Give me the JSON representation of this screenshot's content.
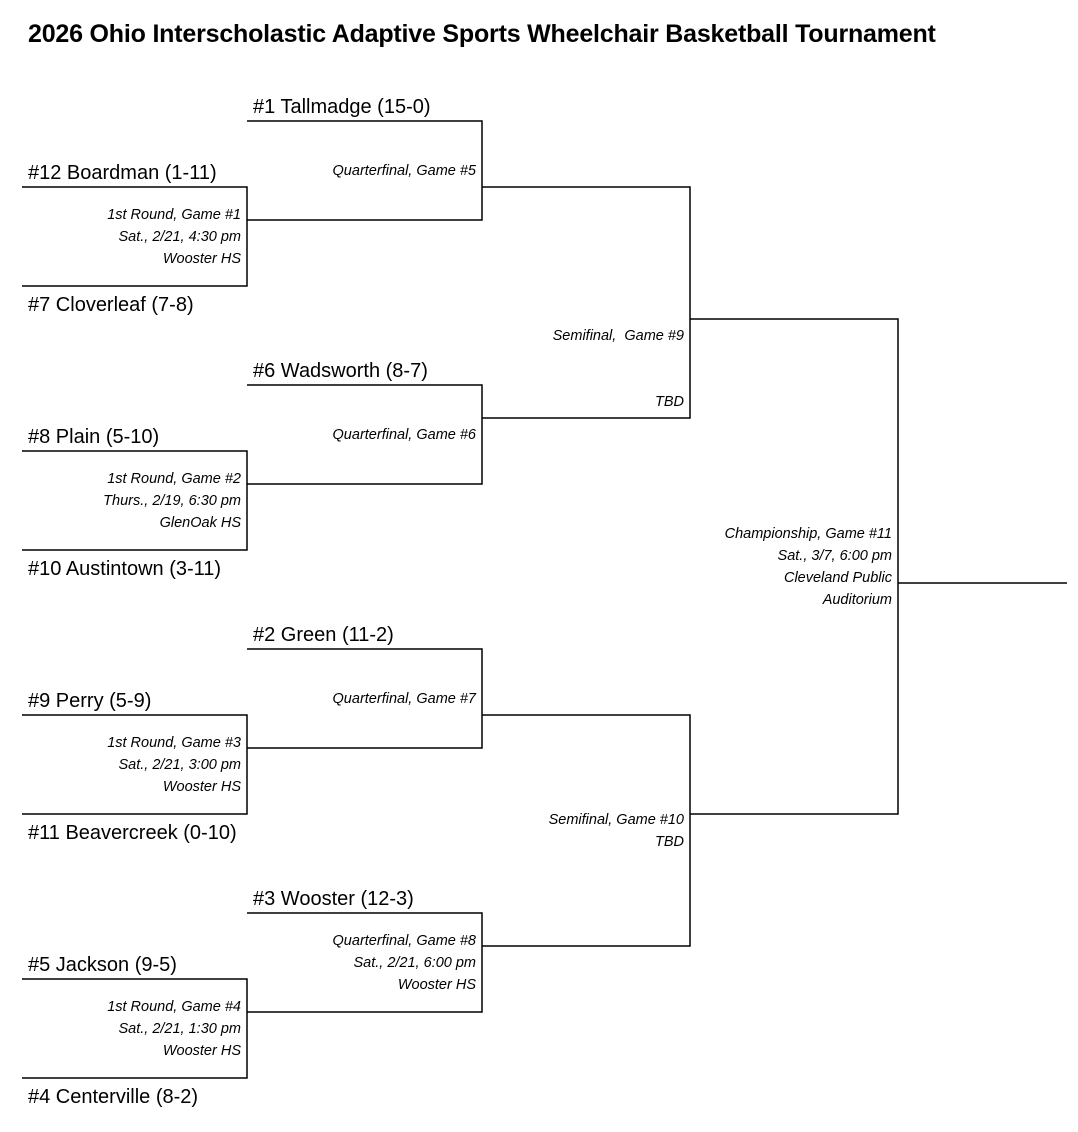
{
  "title": "2026 Ohio Interscholastic Adaptive Sports Wheelchair Basketball Tournament",
  "teams": {
    "tallmadge": "#1 Tallmadge (15-0)",
    "boardman": "#12 Boardman (1-11)",
    "cloverleaf": "#7 Cloverleaf (7-8)",
    "wadsworth": "#6 Wadsworth (8-7)",
    "plain": "#8 Plain (5-10)",
    "austintown": "#10 Austintown (3-11)",
    "green": "#2 Green (11-2)",
    "perry": "#9 Perry (5-9)",
    "beavercreek": "#11 Beavercreek (0-10)",
    "wooster": "#3 Wooster (12-3)",
    "jackson": "#5 Jackson (9-5)",
    "centerville": "#4 Centerville (8-2)"
  },
  "games": {
    "g1": [
      "1st Round, Game #1",
      "Sat., 2/21, 4:30 pm",
      "Wooster HS"
    ],
    "g2": [
      "1st Round, Game #2",
      "Thurs., 2/19, 6:30 pm",
      "GlenOak HS"
    ],
    "g3": [
      "1st Round, Game #3",
      "Sat., 2/21, 3:00 pm",
      "Wooster HS"
    ],
    "g4": [
      "1st Round, Game #4",
      "Sat., 2/21, 1:30 pm",
      "Wooster HS"
    ],
    "g5": [
      "Quarterfinal, Game #5"
    ],
    "g6": [
      "Quarterfinal, Game #6"
    ],
    "g7": [
      "Quarterfinal, Game #7"
    ],
    "g8": [
      "Quarterfinal, Game #8",
      "Sat., 2/21, 6:00 pm",
      "Wooster HS"
    ],
    "g9": [
      "Semifinal,  Game #9",
      "TBD"
    ],
    "g10": [
      "Semifinal, Game #10",
      "TBD"
    ],
    "g11": [
      "Championship, Game #11",
      "Sat., 3/7, 6:00 pm",
      "Cleveland Public",
      "Auditorium"
    ]
  }
}
